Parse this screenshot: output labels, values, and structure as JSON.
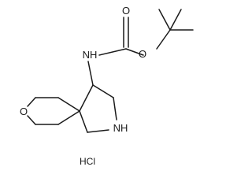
{
  "molecule": {
    "atoms": {
      "carbonyl_oxygen": "O",
      "ester_oxygen": "O",
      "carbamate_nitrogen": "NH",
      "ring_oxygen": "O",
      "ring_nitrogen": "NH"
    },
    "salt": "HCl"
  }
}
